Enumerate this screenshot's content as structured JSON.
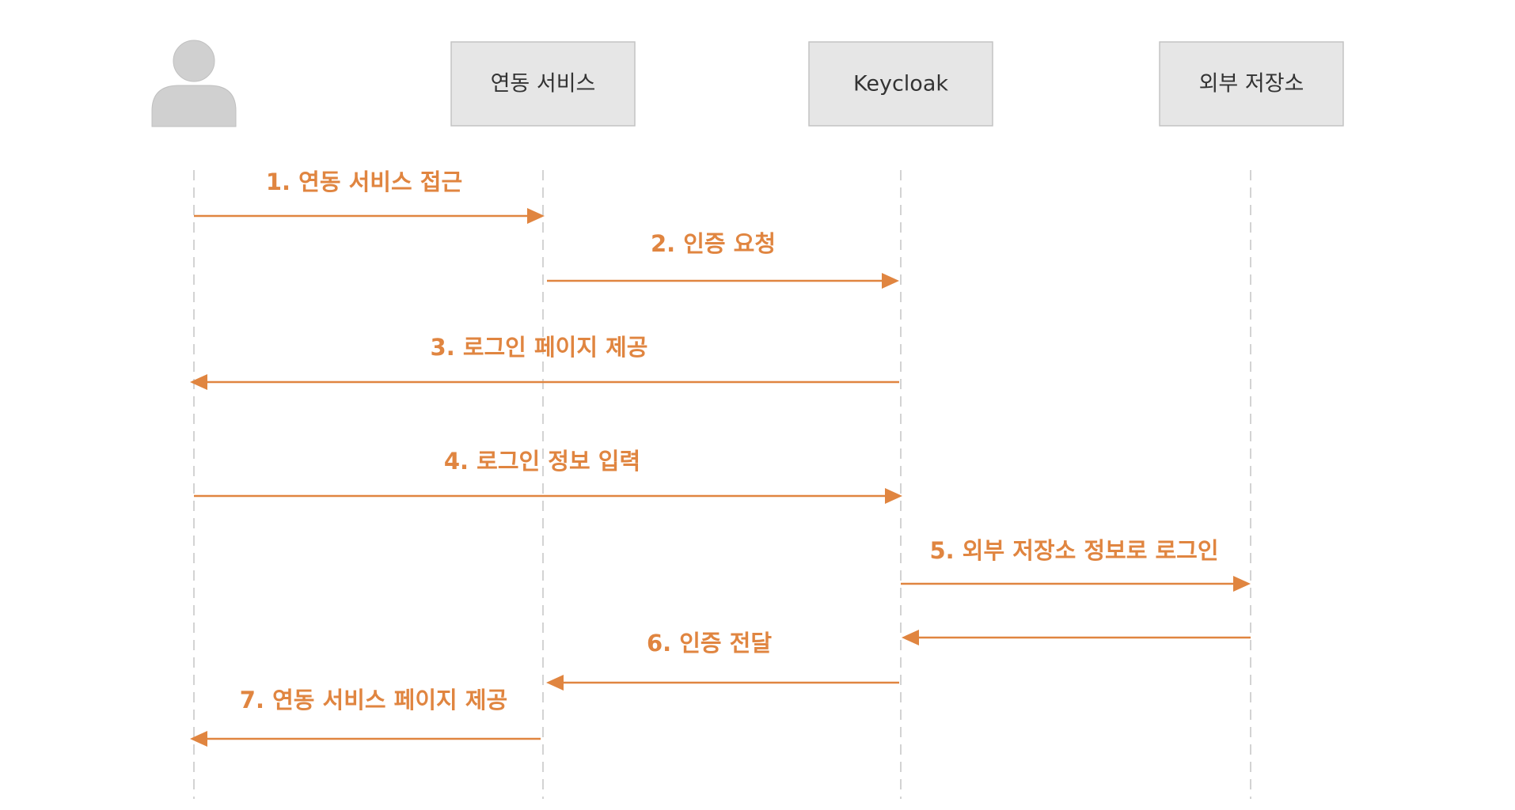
{
  "colors": {
    "message": "#e08540",
    "participant_fill": "#e6e6e6",
    "participant_border": "#c4c4c4",
    "participant_text": "#333333",
    "lifeline": "#d3d3d3",
    "actor": "#d0d0d0"
  },
  "actor": {
    "icon": "user-icon"
  },
  "participants": [
    {
      "id": "service",
      "label": "연동 서비스"
    },
    {
      "id": "keycloak",
      "label": "Keycloak"
    },
    {
      "id": "storage",
      "label": "외부 저장소"
    }
  ],
  "messages": [
    {
      "label": "1. 연동 서비스 접근"
    },
    {
      "label": "2. 인증 요청"
    },
    {
      "label": "3. 로그인 페이지 제공"
    },
    {
      "label": "4. 로그인 정보 입력"
    },
    {
      "label": "5. 외부 저장소 정보로 로그인"
    },
    {
      "label": "6. 인증 전달"
    },
    {
      "label": "7. 연동 서비스 페이지 제공"
    }
  ]
}
